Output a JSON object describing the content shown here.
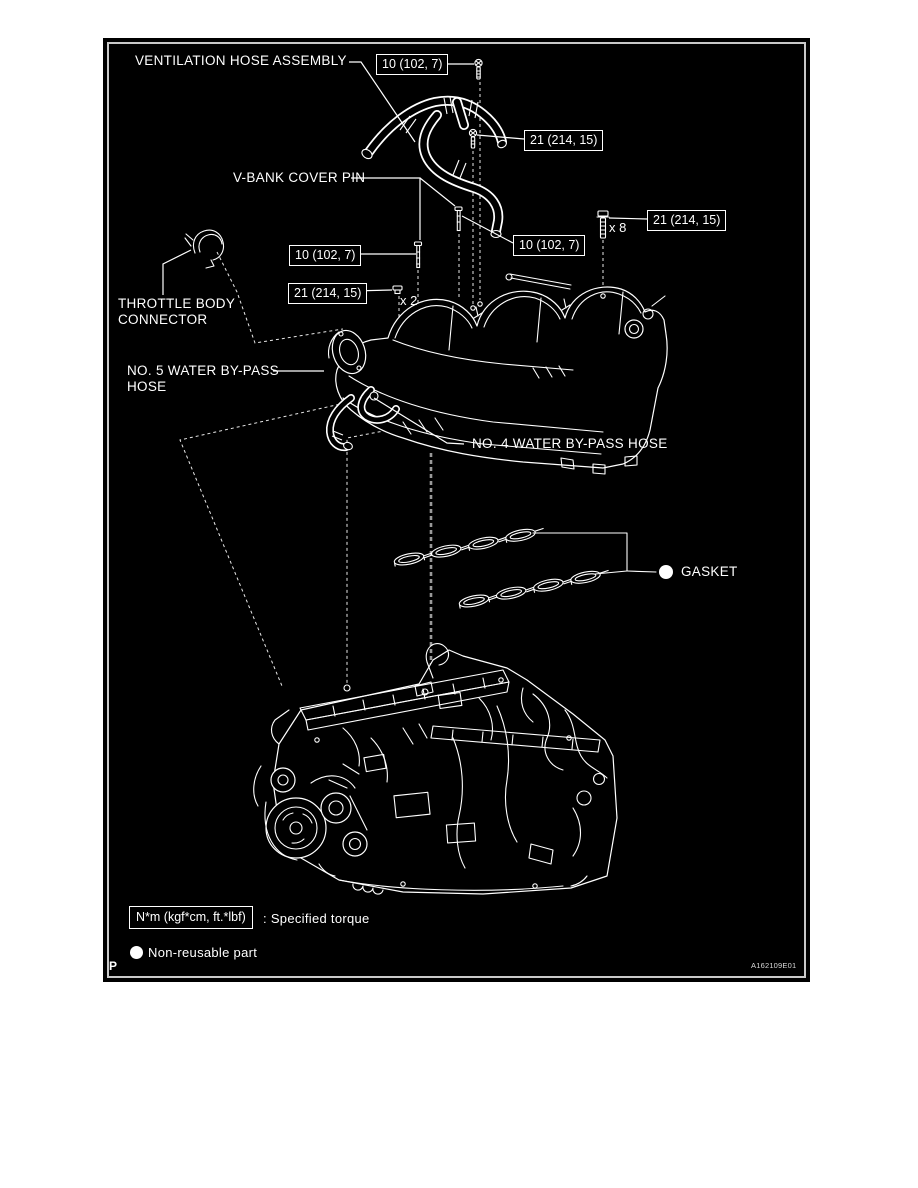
{
  "figure": {
    "page_letter": "P",
    "figure_id": "A162109E01",
    "colors": {
      "background": "#000000",
      "line": "#ffffff",
      "frame_border": "#c9c9c9",
      "page_bg": "#ffffff"
    }
  },
  "callouts": {
    "ventilation_hose_assembly": "VENTILATION HOSE ASSEMBLY",
    "v_bank_cover_pin": "V-BANK COVER PIN",
    "throttle_body_connector_line1": "THROTTLE BODY",
    "throttle_body_connector_line2": "CONNECTOR",
    "no5_water_bypass_line1": "NO. 5 WATER BY-PASS",
    "no5_water_bypass_line2": "HOSE",
    "no4_water_bypass_hose": "NO. 4 WATER BY-PASS HOSE",
    "gasket": "GASKET"
  },
  "torque_boxes": [
    {
      "id": "ventilation-hose-bolt",
      "label": "10 (102, 7)",
      "multiplier": ""
    },
    {
      "id": "upper-manifold-bolt",
      "label": "21 (214, 15)",
      "multiplier": ""
    },
    {
      "id": "manifold-bolt-x8",
      "label": "21 (214, 15)",
      "multiplier": "x 8"
    },
    {
      "id": "cover-pin-lower",
      "label": "10 (102, 7)",
      "multiplier": ""
    },
    {
      "id": "cover-pin-left",
      "label": "10 (102, 7)",
      "multiplier": ""
    },
    {
      "id": "manifold-nut-x2",
      "label": "21 (214, 15)",
      "multiplier": "x 2"
    }
  ],
  "legend": {
    "torque_unit": "N*m (kgf*cm, ft.*lbf)",
    "torque_description": ": Specified torque",
    "non_reusable": "Non-reusable part"
  }
}
